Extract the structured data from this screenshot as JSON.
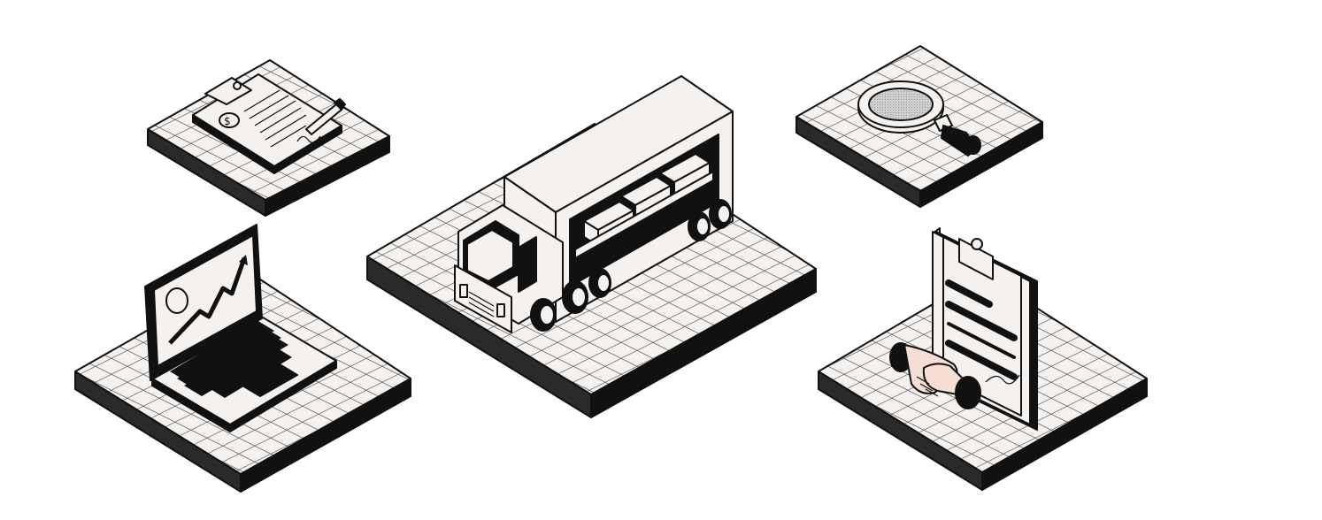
{
  "scene": {
    "kind": "isometric-illustration",
    "colors": {
      "ink": "#111111",
      "paper": "#f4f1ee",
      "tile_side_left": "#2a2a2a",
      "tile_side_right": "#111111",
      "accent_skin": "#f6ded4",
      "lens": "#d4d4d4"
    },
    "tiles": [
      {
        "id": "clipboard-contract",
        "icon": "clipboard-dollar-pen-icon"
      },
      {
        "id": "laptop-analytics",
        "icon": "laptop-chart-icon"
      },
      {
        "id": "delivery-truck",
        "icon": "truck-boxes-icon"
      },
      {
        "id": "magnifier-search",
        "icon": "magnifying-glass-icon"
      },
      {
        "id": "agreement-handshake",
        "icon": "clipboard-handshake-icon"
      }
    ]
  }
}
